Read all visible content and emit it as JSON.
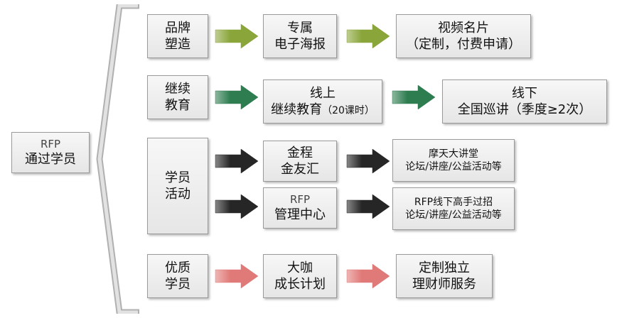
{
  "root": {
    "line1": "RFP",
    "line2": "通过学员"
  },
  "rows": {
    "brand": {
      "label_l1": "品牌",
      "label_l2": "塑造",
      "step1_l1": "专属",
      "step1_l2": "电子海报",
      "step2_l1": "视频名片",
      "step2_l2": "（定制，付费申请）",
      "arrow_color": "#8aa53a"
    },
    "education": {
      "label_l1": "继续",
      "label_l2": "教育",
      "step1_l1": "线上",
      "step1_l2": "继续教育",
      "step1_l2_small": "（20课时）",
      "step2_l1": "线下",
      "step2_l2": "全国巡讲（季度≥2次）",
      "arrow_color": "#2e7d50"
    },
    "activities": {
      "label_l1": "学员",
      "label_l2": "活动",
      "a_step1_l1": "金程",
      "a_step1_l2": "金友汇",
      "a_step2_l1": "摩天大讲堂",
      "a_step2_l2": "论坛/讲座/公益活动等",
      "b_step1_l1": "RFP",
      "b_step1_l2": "管理中心",
      "b_step2_l1": "RFP线下高手过招",
      "b_step2_l2": "论坛/讲座/公益活动等",
      "arrow_color": "#262626"
    },
    "quality": {
      "label_l1": "优质",
      "label_l2": "学员",
      "step1_l1": "大咖",
      "step1_l2": "成长计划",
      "step2_l1": "定制独立",
      "step2_l2": "理财师服务",
      "arrow_color": "#e07a78"
    }
  }
}
